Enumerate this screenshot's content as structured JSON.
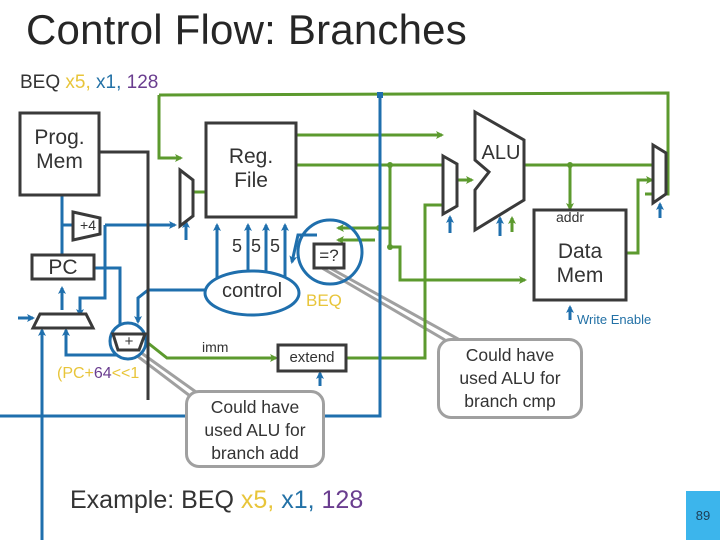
{
  "slide": {
    "title": "Control Flow: Branches",
    "instruction": {
      "op": "BEQ ",
      "rs1": "x5,",
      "rs2": " x1,",
      "imm": " 128"
    },
    "example": {
      "prefix": "Example: BEQ ",
      "rs1": "x5,",
      "rs2": " x1,",
      "imm": " 128"
    },
    "page_number": "89"
  },
  "diagram": {
    "blocks": {
      "prog_mem": "Prog. Mem",
      "prog_mem_line1": "Prog.",
      "prog_mem_line2": "Mem",
      "reg_file_line1": "Reg.",
      "reg_file_line2": "File",
      "alu": "ALU",
      "data_mem_line1": "Data",
      "data_mem_line2": "Mem",
      "pc": "PC",
      "control": "control",
      "extend": "extend",
      "compare": "=?",
      "adder_plus4": "+4",
      "branch_adder": "+"
    },
    "labels": {
      "reg_widths": [
        "5",
        "5",
        "5"
      ],
      "addr": "addr",
      "write_enable": "Write Enable",
      "imm": "imm",
      "beq": "BEQ",
      "pc_target": {
        "open": "(PC+",
        "imm": "64",
        "shift": "<<1"
      }
    },
    "callouts": {
      "branch_add": [
        "Could have",
        "used ALU for",
        "branch add"
      ],
      "branch_cmp": [
        "Could have",
        "used ALU for",
        "branch cmp"
      ]
    },
    "colors": {
      "data_path": "#5c9a2e",
      "control_path": "#1f6fad",
      "block_outline": "#3a3a3a",
      "callout_border": "#a0a0a0",
      "highlight_yellow": "#e8c53a",
      "highlight_purple": "#6a3d8f",
      "page_badge": "#3cb5ec"
    }
  }
}
